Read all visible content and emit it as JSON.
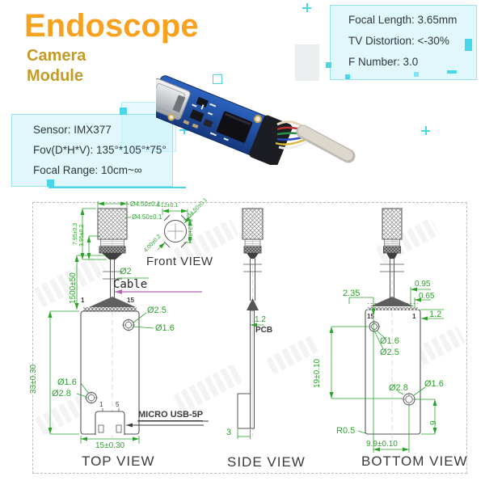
{
  "title": {
    "main": "Endoscope",
    "line1": "Camera",
    "line2": "Module"
  },
  "spec_left": {
    "sensor": "Sensor: IMX377",
    "fov": "Fov(D*H*V): 135°*105°*75°",
    "focal_range": "Focal Range: 10cm~∞"
  },
  "spec_right": {
    "focal_length": "Focal Length: 3.65mm",
    "tv_distortion": "TV Distortion: <-30%",
    "f_number": "F Number: 3.0"
  },
  "colors": {
    "title_orange": "#F7A11E",
    "subtitle_gold": "#C49B28",
    "accent_cyan": "#49d6e8",
    "dimension_green": "#2ba32b",
    "cable_arrow_magenta": "#b268b2",
    "pcb_blue": "#1e4796"
  },
  "views": {
    "front": {
      "caption": "Front VIEW",
      "dim_width": "4.12±0.1",
      "dim_diameter": "Ø4.50±0.1",
      "dim_height": "3.12±0.1",
      "dim_diag": "4.00±0.2"
    },
    "top": {
      "caption": "TOP VIEW",
      "head_dia_outer": "Ø4.50±0.1",
      "head_dia_inner": "Ø4.50±0.1",
      "head_len": "7.95±0.3",
      "head_len2": "3.95±0.2",
      "cable_len": "1500±50",
      "cable_dia": "Ø2",
      "cable_label": "Cable",
      "pin_first": "1",
      "pin_last": "15",
      "hole_top_outer": "Ø2.5",
      "hole_top_inner": "Ø1.6",
      "board_len": "33±0.30",
      "hole_bottom_inner": "Ø1.6",
      "hole_bottom_outer": "Ø2.8",
      "usb_pin_first": "1",
      "usb_pin_last": "5",
      "usb_label": "MICRO USB-5P",
      "board_width": "15±0.30"
    },
    "side": {
      "caption": "SIDE VIEW",
      "pcb_thickness": "1.2",
      "pcb_label": "PCB",
      "usb_height": "3"
    },
    "bottom": {
      "caption": "BOTTOM VIEW",
      "hole_offset": "2.35",
      "pin_last": "15",
      "pin_first": "1",
      "pin_dim1": "0.95",
      "pin_dim2": "0.65",
      "edge_dim": "1.2",
      "hole_top_inner": "Ø1.6",
      "hole_top_outer": "Ø2.5",
      "board_len": "19±0.10",
      "hole_center_outer": "Ø2.8",
      "hole_center_inner": "Ø1.6",
      "corner_radius": "R0.5",
      "hole_span": "9.9±0.10",
      "hole_edge_dist": "9"
    }
  }
}
